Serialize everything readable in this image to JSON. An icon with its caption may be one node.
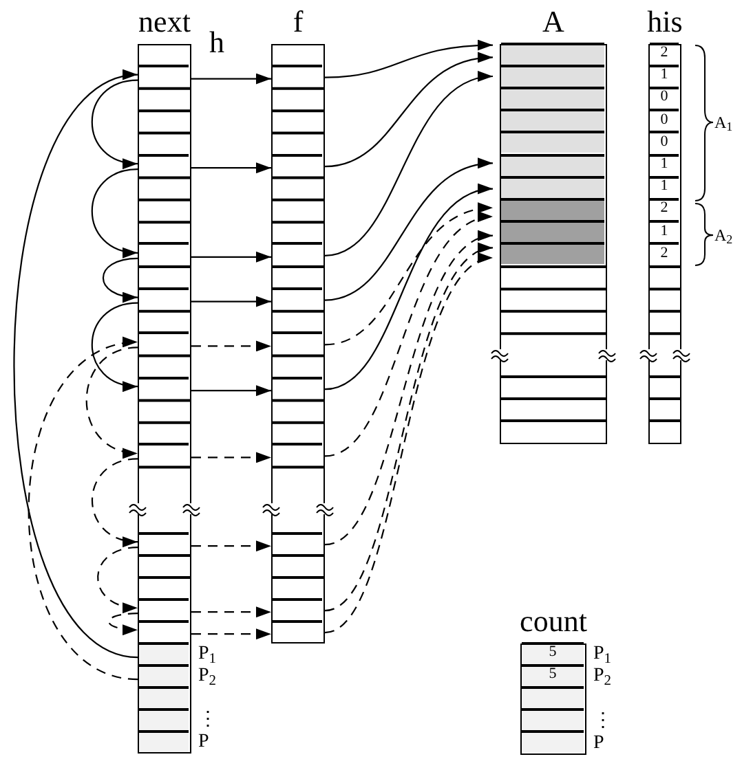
{
  "diagram": {
    "nodes": [
      {
        "text": [
          "next"
        ]
      },
      {
        "text": [
          "f"
        ]
      },
      {
        "text": [
          "A"
        ]
      },
      {
        "text": [
          "his"
        ]
      },
      {
        "text": [
          "count"
        ]
      },
      {
        "text": [],
        "shape": "box",
        "in": 0
      },
      {
        "text": [],
        "shape": "box",
        "in": 0
      },
      {
        "text": [],
        "shape": "box",
        "in": 0
      },
      {
        "text": [],
        "shape": "box",
        "in": 0
      },
      {
        "text": [],
        "shape": "box",
        "in": 0
      },
      {
        "text": [],
        "shape": "box",
        "in": 0
      },
      {
        "text": [],
        "shape": "box",
        "in": 0
      },
      {
        "text": [],
        "shape": "box",
        "in": 0
      },
      {
        "text": [],
        "shape": "box",
        "in": 0
      },
      {
        "text": [],
        "shape": "box",
        "in": 0
      },
      {
        "text": [],
        "shape": "box",
        "in": 0,
        "beside": [
          "P$_{1}$"
        ]
      },
      {
        "text": [],
        "shape": "box",
        "in": 0,
        "beside": [
          "P$_{2}$"
        ]
      },
      {
        "text": [],
        "shape": "box",
        "in": 0
      },
      {
        "text": [],
        "shape": "box",
        "in": 0,
        "beside": [
          "⋮"
        ]
      },
      {
        "text": [],
        "shape": "box",
        "in": 0,
        "beside": [
          "P"
        ]
      },
      {
        "text": [],
        "shape": "box",
        "in": 1
      },
      {
        "text": [],
        "shape": "box",
        "in": 1
      },
      {
        "text": [],
        "shape": "box",
        "in": 1
      },
      {
        "text": [],
        "shape": "box",
        "in": 1
      },
      {
        "text": [],
        "shape": "box",
        "in": 1
      },
      {
        "text": [],
        "shape": "box",
        "in": 1
      },
      {
        "text": [],
        "shape": "box",
        "in": 1
      },
      {
        "text": [],
        "shape": "box",
        "in": 1
      },
      {
        "text": [],
        "shape": "box",
        "in": 1
      },
      {
        "text": [],
        "shape": "box",
        "in": 1
      },
      {
        "text": [],
        "shape": "box",
        "in": 2
      },
      {
        "text": [],
        "shape": "box",
        "in": 2
      },
      {
        "text": [],
        "shape": "box",
        "in": 2
      },
      {
        "text": [],
        "shape": "box",
        "in": 2
      },
      {
        "text": [],
        "shape": "box",
        "in": 2
      },
      {
        "text": [],
        "shape": "box",
        "in": 2
      },
      {
        "text": [],
        "shape": "box",
        "in": 2
      },
      {
        "text": [],
        "shape": "box",
        "in": 2
      },
      {
        "text": [],
        "shape": "box",
        "in": 2
      },
      {
        "text": [],
        "shape": "box",
        "in": 2
      },
      {
        "text": [
          "2"
        ],
        "in": 3
      },
      {
        "text": [
          "1"
        ],
        "in": 3
      },
      {
        "text": [
          "0"
        ],
        "in": 3
      },
      {
        "text": [
          "0"
        ],
        "in": 3
      },
      {
        "text": [
          "0"
        ],
        "in": 3
      },
      {
        "text": [
          "1"
        ],
        "in": 3
      },
      {
        "text": [
          "1"
        ],
        "in": 3
      },
      {
        "text": [
          "2"
        ],
        "in": 3
      },
      {
        "text": [
          "1"
        ],
        "in": 3
      },
      {
        "text": [
          "2"
        ],
        "in": 3
      },
      {
        "text": [
          "5"
        ],
        "in": 4,
        "beside": [
          "P$_{1}$"
        ]
      },
      {
        "text": [
          "5"
        ],
        "in": 4,
        "beside": [
          "P$_{2}$"
        ]
      },
      {
        "text": [],
        "shape": "box",
        "in": 4
      },
      {
        "text": [],
        "shape": "box",
        "in": 4,
        "beside": [
          "⋮"
        ]
      },
      {
        "text": [],
        "shape": "box",
        "in": 4,
        "beside": [
          "P"
        ]
      }
    ],
    "edges": [
      {
        "from": 15,
        "to": 5,
        "arrow": "to"
      },
      {
        "from": 5,
        "to": 6,
        "arrow": "to"
      },
      {
        "from": 6,
        "to": 7,
        "arrow": "to"
      },
      {
        "from": 7,
        "to": 8,
        "arrow": "to"
      },
      {
        "from": 8,
        "to": 10,
        "arrow": "to"
      },
      {
        "from": 16,
        "to": 9,
        "arrow": "to",
        "style": "dashed"
      },
      {
        "from": 9,
        "to": 11,
        "arrow": "to",
        "style": "dashed"
      },
      {
        "from": 11,
        "to": 12,
        "arrow": "to",
        "style": "dashed"
      },
      {
        "from": 12,
        "to": 13,
        "arrow": "to",
        "style": "dashed"
      },
      {
        "from": 13,
        "to": 14,
        "arrow": "to",
        "style": "dashed"
      },
      {
        "from": 5,
        "to": 20,
        "arrow": "to"
      },
      {
        "from": 6,
        "to": 21,
        "arrow": "to"
      },
      {
        "from": 7,
        "to": 22,
        "arrow": "to"
      },
      {
        "from": 8,
        "to": 23,
        "arrow": "to"
      },
      {
        "from": 9,
        "to": 24,
        "arrow": "to",
        "style": "dashed"
      },
      {
        "from": 10,
        "to": 25,
        "arrow": "to"
      },
      {
        "from": 11,
        "to": 26,
        "arrow": "to",
        "style": "dashed"
      },
      {
        "from": 12,
        "to": 27,
        "arrow": "to",
        "style": "dashed"
      },
      {
        "from": 13,
        "to": 28,
        "arrow": "to",
        "style": "dashed"
      },
      {
        "from": 14,
        "to": 29,
        "arrow": "to",
        "style": "dashed"
      },
      {
        "from": 20,
        "to": 30,
        "arrow": "to"
      },
      {
        "from": 21,
        "to": 30,
        "arrow": "to"
      },
      {
        "from": 22,
        "to": 31,
        "arrow": "to"
      },
      {
        "from": 23,
        "to": 35,
        "arrow": "to"
      },
      {
        "from": 25,
        "to": 36,
        "arrow": "to"
      },
      {
        "from": 24,
        "to": 37,
        "arrow": "to",
        "style": "dashed"
      },
      {
        "from": 26,
        "to": 37,
        "arrow": "to",
        "style": "dashed"
      },
      {
        "from": 27,
        "to": 38,
        "arrow": "to",
        "style": "dashed"
      },
      {
        "from": 28,
        "to": 39,
        "arrow": "to",
        "style": "dashed"
      },
      {
        "from": 29,
        "to": 39,
        "arrow": "to",
        "style": "dashed"
      }
    ],
    "labels": [
      "h",
      "A$_{1}$",
      "A$_{2}$"
    ]
  }
}
